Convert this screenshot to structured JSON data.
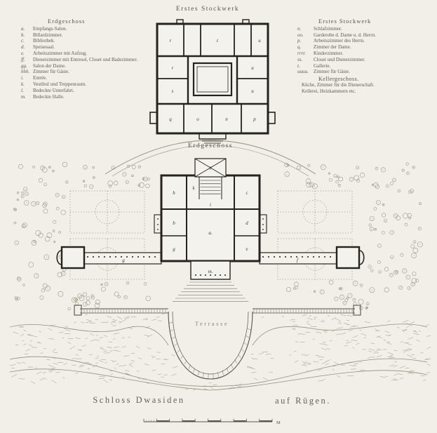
{
  "colors": {
    "paper": "#f2efe8",
    "ink": "#24231f",
    "engraving": "#8f8d82",
    "text": "#5f5b52"
  },
  "plate": {
    "left": "Schloss Dwasiden",
    "right": "auf Rügen."
  },
  "plans": {
    "upper": {
      "label": "Erstes Stockwerk",
      "rooms": [
        "r",
        "t",
        "u",
        "r",
        "s",
        "u",
        "u",
        "q",
        "o",
        "n",
        "p"
      ]
    },
    "ground": {
      "label": "Erdgeschoss",
      "rooms": [
        "l",
        "k",
        "i",
        "a.",
        "h",
        "b",
        "g",
        "c",
        "d",
        "e",
        "g",
        "f",
        "m."
      ]
    }
  },
  "legend_left": {
    "title": "Erdgeschoss",
    "items": [
      {
        "key": "a.",
        "label": "Empfangs-Salon."
      },
      {
        "key": "b.",
        "label": "Billardzimmer."
      },
      {
        "key": "c.",
        "label": "Bibliothek."
      },
      {
        "key": "d.",
        "label": "Speisesaal."
      },
      {
        "key": "e.",
        "label": "Arbeitszimmer mit Aufzug."
      },
      {
        "key": "ff.",
        "label": "Dienerzimmer mit Entresol, Closet und Badezimmer."
      },
      {
        "key": "gg.",
        "label": "Salon der Dame."
      },
      {
        "key": "hhh.",
        "label": "Zimmer für Gäste."
      },
      {
        "key": "i.",
        "label": "Entrée."
      },
      {
        "key": "k.",
        "label": "Vestibul und Treppenraum."
      },
      {
        "key": "l.",
        "label": "Bedeckte Unterfahrt."
      },
      {
        "key": "m.",
        "label": "Bedeckte Halle."
      }
    ]
  },
  "legend_right": {
    "title": "Erstes Stockwerk",
    "items": [
      {
        "key": "n.",
        "label": "Schlafzimmer."
      },
      {
        "key": "oo.",
        "label": "Garderobe d. Dame u. d. Herrn."
      },
      {
        "key": "p.",
        "label": "Arbeitszimmer des Herrn."
      },
      {
        "key": "q.",
        "label": "Zimmer der Dame."
      },
      {
        "key": "rrrr.",
        "label": "Kinderzimmer."
      },
      {
        "key": "ss.",
        "label": "Closet und Dienerzimmer."
      },
      {
        "key": "t.",
        "label": "Gallerie."
      },
      {
        "key": "uuuu.",
        "label": "Zimmer für Gäste."
      }
    ],
    "subtitle": "Kellergeschoss.",
    "sub_items": [
      "Küche, Zimmer für die Dienerschaft.",
      "Kellerei, Heizkammern etc."
    ]
  },
  "terrace": {
    "label": "Terrasse"
  },
  "scale": {
    "unit": "M"
  }
}
